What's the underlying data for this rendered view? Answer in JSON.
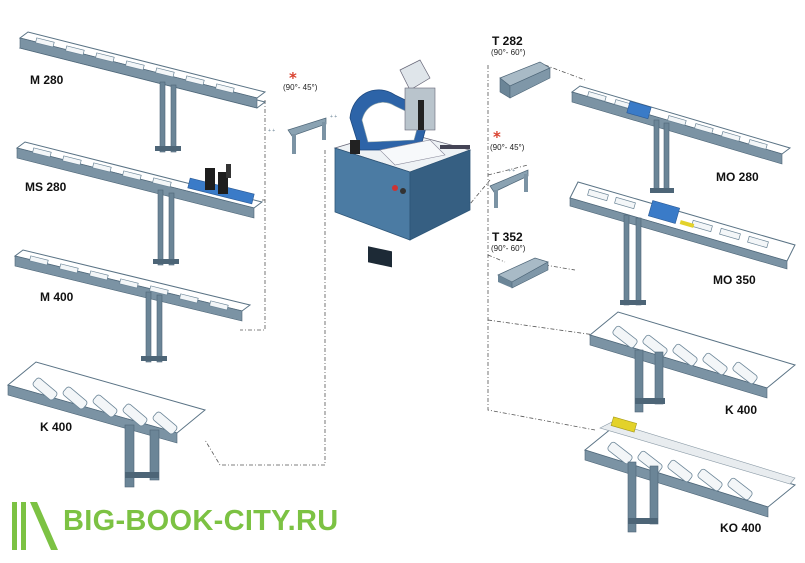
{
  "labels": {
    "m280": "M 280",
    "ms280": "MS 280",
    "m400": "M 400",
    "k400_left": "K 400",
    "mo280": "MO 280",
    "mo350": "MO 350",
    "k400_right": "K 400",
    "ko400": "KO 400",
    "t282": "T 282",
    "t282_range": "(90°- 60°)",
    "t352": "T 352",
    "t352_range": "(90°- 60°)",
    "angle_left": "(90°- 45°)",
    "angle_right": "(90°- 45°)",
    "star": "*"
  },
  "brand": {
    "text": "BIG-BOOK-CITY.RU"
  },
  "colors": {
    "frame": "#6b8597",
    "frame_dark": "#4d6577",
    "roller": "#eef3f6",
    "machine": "#3f6f95",
    "accent_blue": "#2f6fc4",
    "accent_yellow": "#e3d22a",
    "star": "#d9412f",
    "brand": "#7cc243"
  }
}
